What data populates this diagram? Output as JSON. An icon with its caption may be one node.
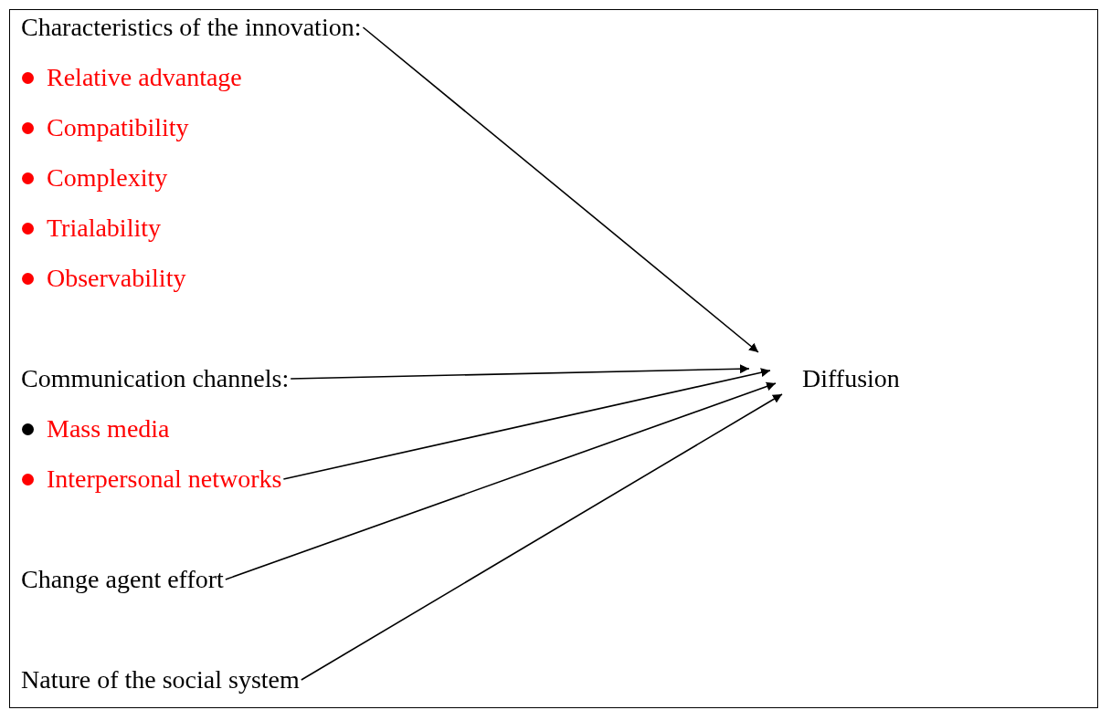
{
  "diagram": {
    "nodes": [
      {
        "text": [
          "Characteristics of the innovation:"
        ]
      },
      {
        "text": [
          "Communication channels:"
        ]
      },
      {
        "text": [
          "Interpersonal networks"
        ]
      },
      {
        "text": [
          "Change agent effort"
        ]
      },
      {
        "text": [
          "Nature of the social system"
        ]
      },
      {
        "text": [
          "Diffusion"
        ]
      }
    ],
    "edges": [
      {
        "from": 0,
        "to": 5,
        "arrow": "to"
      },
      {
        "from": 1,
        "to": 5,
        "arrow": "to"
      },
      {
        "from": 2,
        "to": 5,
        "arrow": "to"
      },
      {
        "from": 3,
        "to": 5,
        "arrow": "to"
      },
      {
        "from": 4,
        "to": 5,
        "arrow": "to"
      }
    ],
    "labels": [
      "Relative advantage",
      "Compatibility",
      "Complexity",
      "Trialability",
      "Observability",
      "Mass media"
    ]
  }
}
